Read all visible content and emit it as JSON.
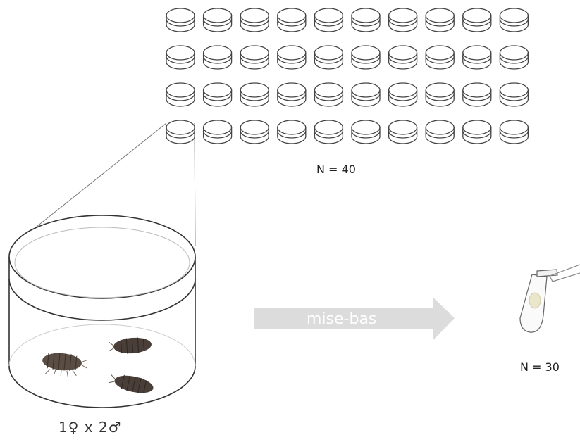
{
  "labels": {
    "dish_count": "N = 40",
    "tube_count": "N = 30",
    "cross": "1♀ x 2♂",
    "arrow": "mise-bas"
  },
  "colors": {
    "line": "#444444",
    "arrow": "#dcdcdc",
    "arrow_text": "#ffffff",
    "isopod": "#4a3f38"
  },
  "grid": {
    "rows": 4,
    "cols": 10
  }
}
